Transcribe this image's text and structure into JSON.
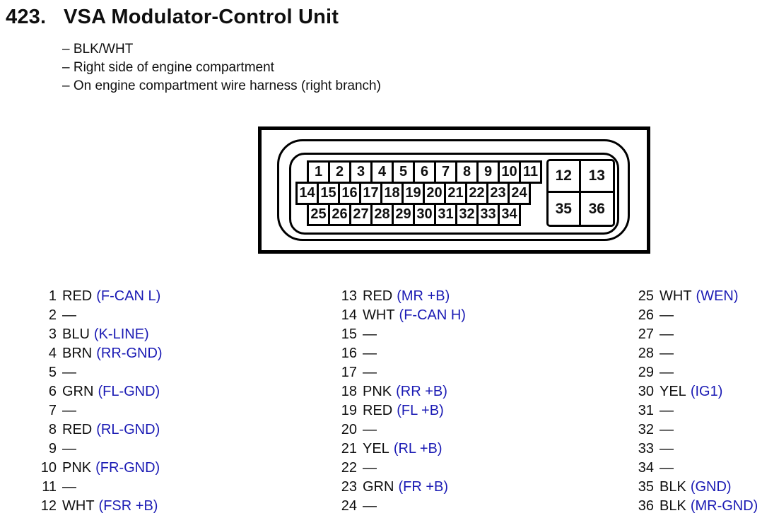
{
  "title": {
    "number": "423.",
    "name": "VSA Modulator-Control Unit"
  },
  "notes": [
    "– BLK/WHT",
    "– Right side of engine compartment",
    "– On engine compartment wire harness (right branch)"
  ],
  "connector": {
    "rows": [
      {
        "pins": [
          "1",
          "2",
          "3",
          "4",
          "5",
          "6",
          "7",
          "8",
          "9",
          "10",
          "11"
        ]
      },
      {
        "pins": [
          "14",
          "15",
          "16",
          "17",
          "18",
          "19",
          "20",
          "21",
          "22",
          "23",
          "24"
        ]
      },
      {
        "pins": [
          "25",
          "26",
          "27",
          "28",
          "29",
          "30",
          "31",
          "32",
          "33",
          "34"
        ]
      }
    ],
    "side_block": {
      "rows": [
        [
          "12",
          "13"
        ],
        [
          "35",
          "36"
        ]
      ]
    }
  },
  "pin_table": {
    "columns": [
      {
        "pins": [
          {
            "num": "1",
            "wire": "RED",
            "signal": "(F-CAN L)"
          },
          {
            "num": "2",
            "wire": "—",
            "signal": ""
          },
          {
            "num": "3",
            "wire": "BLU",
            "signal": "(K-LINE)"
          },
          {
            "num": "4",
            "wire": "BRN",
            "signal": "(RR-GND)"
          },
          {
            "num": "5",
            "wire": "—",
            "signal": ""
          },
          {
            "num": "6",
            "wire": "GRN",
            "signal": "(FL-GND)"
          },
          {
            "num": "7",
            "wire": "—",
            "signal": ""
          },
          {
            "num": "8",
            "wire": "RED",
            "signal": "(RL-GND)"
          },
          {
            "num": "9",
            "wire": "—",
            "signal": ""
          },
          {
            "num": "10",
            "wire": "PNK",
            "signal": "(FR-GND)"
          },
          {
            "num": "11",
            "wire": "—",
            "signal": ""
          },
          {
            "num": "12",
            "wire": "WHT",
            "signal": "(FSR +B)"
          }
        ]
      },
      {
        "pins": [
          {
            "num": "13",
            "wire": "RED",
            "signal": "(MR +B)"
          },
          {
            "num": "14",
            "wire": "WHT",
            "signal": "(F-CAN H)"
          },
          {
            "num": "15",
            "wire": "—",
            "signal": ""
          },
          {
            "num": "16",
            "wire": "—",
            "signal": ""
          },
          {
            "num": "17",
            "wire": "—",
            "signal": ""
          },
          {
            "num": "18",
            "wire": "PNK",
            "signal": "(RR +B)"
          },
          {
            "num": "19",
            "wire": "RED",
            "signal": "(FL +B)"
          },
          {
            "num": "20",
            "wire": "—",
            "signal": ""
          },
          {
            "num": "21",
            "wire": "YEL",
            "signal": "(RL +B)"
          },
          {
            "num": "22",
            "wire": "—",
            "signal": ""
          },
          {
            "num": "23",
            "wire": "GRN",
            "signal": "(FR +B)"
          },
          {
            "num": "24",
            "wire": "—",
            "signal": ""
          }
        ]
      },
      {
        "pins": [
          {
            "num": "25",
            "wire": "WHT",
            "signal": "(WEN)"
          },
          {
            "num": "26",
            "wire": "—",
            "signal": ""
          },
          {
            "num": "27",
            "wire": "—",
            "signal": ""
          },
          {
            "num": "28",
            "wire": "—",
            "signal": ""
          },
          {
            "num": "29",
            "wire": "—",
            "signal": ""
          },
          {
            "num": "30",
            "wire": "YEL",
            "signal": "(IG1)"
          },
          {
            "num": "31",
            "wire": "—",
            "signal": ""
          },
          {
            "num": "32",
            "wire": "—",
            "signal": ""
          },
          {
            "num": "33",
            "wire": "—",
            "signal": ""
          },
          {
            "num": "34",
            "wire": "—",
            "signal": ""
          },
          {
            "num": "35",
            "wire": "BLK",
            "signal": "(GND)"
          },
          {
            "num": "36",
            "wire": "BLK",
            "signal": "(MR-GND)"
          }
        ]
      }
    ]
  },
  "colors": {
    "signal_blue": "#1a1ab4",
    "text_black": "#0f0f0f",
    "diagram_line": "#000000"
  }
}
